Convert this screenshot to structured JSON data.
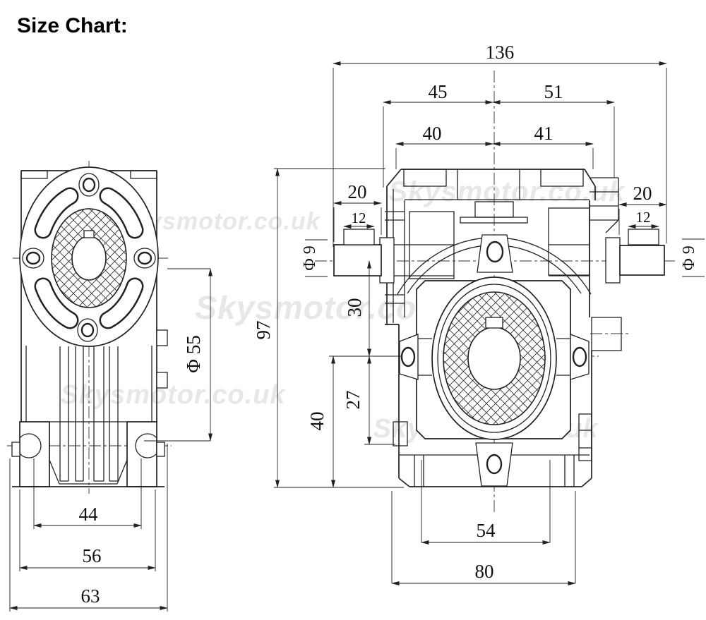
{
  "title": "Size Chart:",
  "watermark": {
    "text": "Skysmotor.co.uk"
  },
  "left_view": {
    "dims": {
      "bolt_spacing": "44",
      "flange_width": "56",
      "overall_width": "63",
      "pilot_diameter": "Φ 55"
    }
  },
  "right_view": {
    "dims": {
      "overall_length": "136",
      "left_upper": "45",
      "right_upper": "51",
      "left_inner": "40",
      "right_inner": "41",
      "shaft_left_length": "20",
      "key_left_length": "12",
      "shaft_left_diameter": "Φ 9",
      "shaft_right_length": "20",
      "key_right_length": "12",
      "shaft_right_diameter": "Φ 9",
      "overall_height": "97",
      "center_distance": "30",
      "lower_offset": "27",
      "base_height": "40",
      "bolt_spacing": "54",
      "base_width": "80"
    }
  }
}
